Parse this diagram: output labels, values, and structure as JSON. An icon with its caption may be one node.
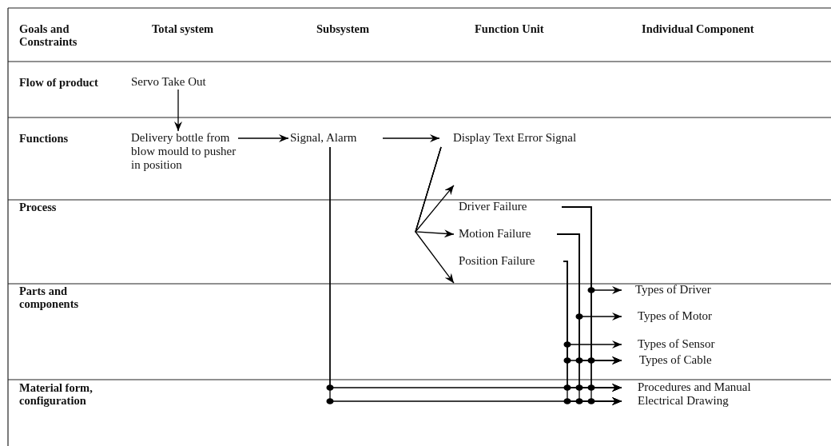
{
  "diagram": {
    "nodes": [
      {
        "text": [
          "Servo Take Out"
        ]
      },
      {
        "text": [
          "Delivery bottle from blow mould to pusher in position"
        ]
      },
      {
        "text": [
          "Signal, Alarm"
        ]
      },
      {
        "text": [
          "Display Text Error Signal"
        ]
      },
      {
        "text": [
          "Driver Failure"
        ]
      },
      {
        "text": [
          "Motion Failure"
        ]
      },
      {
        "text": [
          "Position Failure"
        ]
      },
      {
        "text": [
          "Types of Driver"
        ]
      },
      {
        "text": [
          "Types of  Motor"
        ]
      },
      {
        "text": [
          "Types of Sensor"
        ]
      },
      {
        "text": [
          "Types of Cable"
        ]
      },
      {
        "text": [
          "Procedures and Manual"
        ]
      },
      {
        "text": [
          "Electrical  Drawing"
        ]
      }
    ],
    "edges": [
      {
        "from": 0,
        "to": 1,
        "arrow": "to"
      },
      {
        "from": 1,
        "to": 2,
        "arrow": "to"
      },
      {
        "from": 2,
        "to": 3,
        "arrow": "to"
      },
      {
        "from": 3,
        "to": 4,
        "arrow": "to"
      },
      {
        "from": 3,
        "to": 5,
        "arrow": "to"
      },
      {
        "from": 3,
        "to": 6,
        "arrow": "to"
      },
      {
        "from": 2,
        "to": 11,
        "arrow": "to"
      },
      {
        "from": 2,
        "to": 12,
        "arrow": "to"
      },
      {
        "from": 4,
        "to": 7,
        "arrow": "to"
      },
      {
        "from": 4,
        "to": 10,
        "arrow": "to"
      },
      {
        "from": 4,
        "to": 11,
        "arrow": "to"
      },
      {
        "from": 4,
        "to": 12,
        "arrow": "to"
      },
      {
        "from": 5,
        "to": 8,
        "arrow": "to"
      },
      {
        "from": 5,
        "to": 10,
        "arrow": "to"
      },
      {
        "from": 5,
        "to": 11,
        "arrow": "to"
      },
      {
        "from": 5,
        "to": 12,
        "arrow": "to"
      },
      {
        "from": 6,
        "to": 9,
        "arrow": "to"
      },
      {
        "from": 6,
        "to": 10,
        "arrow": "to"
      },
      {
        "from": 6,
        "to": 11,
        "arrow": "to"
      },
      {
        "from": 6,
        "to": 12,
        "arrow": "to"
      }
    ],
    "labels": [
      "Goals and Constraints",
      "Total system",
      "Subsystem",
      "Function Unit",
      "Individual Component",
      "Flow of product",
      "Functions",
      "Process",
      "Parts and components",
      "Material form, configuration"
    ]
  }
}
